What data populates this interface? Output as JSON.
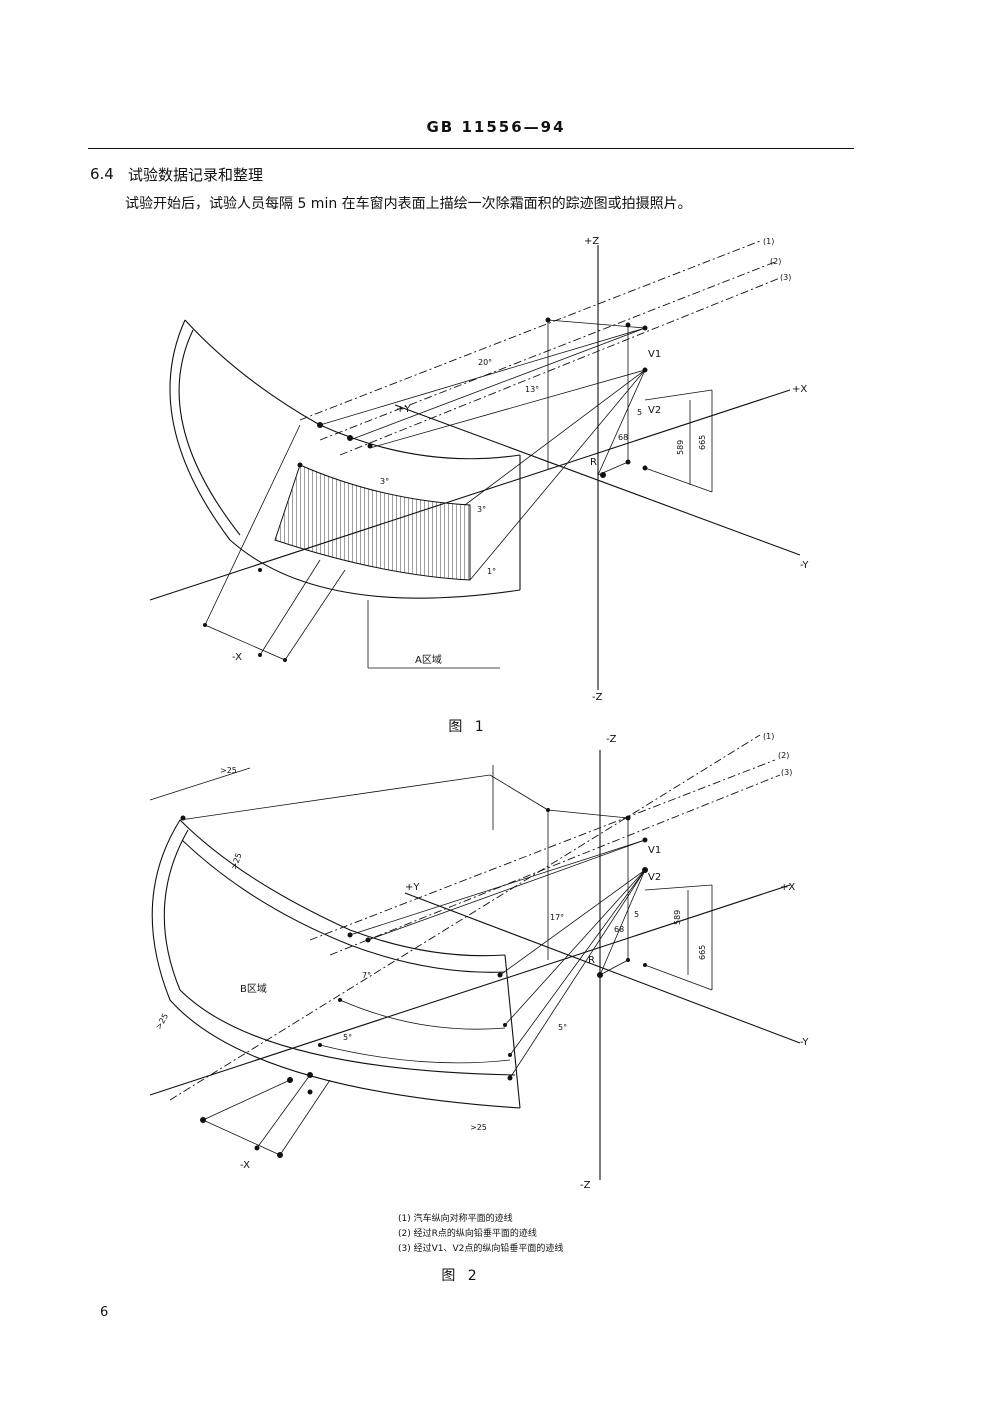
{
  "header": {
    "standard_number": "GB 11556—94"
  },
  "section": {
    "number": "6.4",
    "title": "试验数据记录和整理",
    "body": "试验开始后，试验人员每隔 5 min 在车窗内表面上描绘一次除霜面积的踪迹图或拍摄照片。"
  },
  "figure1": {
    "caption": "图 1",
    "labels": {
      "axis_pz": "+Z",
      "axis_nz": "-Z",
      "axis_px": "+X",
      "axis_nx": "-X",
      "axis_py": "+Y",
      "axis_ny": "-Y",
      "line1": "(1)",
      "line2": "(2)",
      "line3": "(3)",
      "v1": "V1",
      "v2": "V2",
      "r": "R",
      "angle20": "20°",
      "angle13": "13°",
      "angle3a": "3°",
      "angle3b": "3°",
      "angle1": "1°",
      "dim5": "5",
      "dim68": "68",
      "dim589": "589",
      "dim665": "665",
      "zone": "A区域"
    }
  },
  "figure2": {
    "caption": "图 2",
    "labels": {
      "axis_pz": "-Z",
      "axis_nz": "-Z",
      "axis_px": "+X",
      "axis_nx": "-X",
      "axis_py": "+Y",
      "axis_ny": "-Y",
      "line1": "(1)",
      "line2": "(2)",
      "line3": "(3)",
      "v1": "V1",
      "v2": "V2",
      "r": "R",
      "angle17": "17°",
      "angle7": "7°",
      "angle5a": "5°",
      "angle5b": "5°",
      "dim5": "5",
      "dim68": "68",
      "dim589": "589",
      "dim665": "665",
      "gt25a": ">25",
      "gt25b": ">25",
      "gt25c": ">25",
      "gt25d": ">25",
      "zone": "B区域"
    }
  },
  "legend": {
    "items": [
      "(1) 汽车纵向对称平面的迹线",
      "(2) 经过R点的纵向铅垂平面的迹线",
      "(3) 经过V1、V2点的纵向铅垂平面的迹线"
    ]
  },
  "page_number": "6"
}
